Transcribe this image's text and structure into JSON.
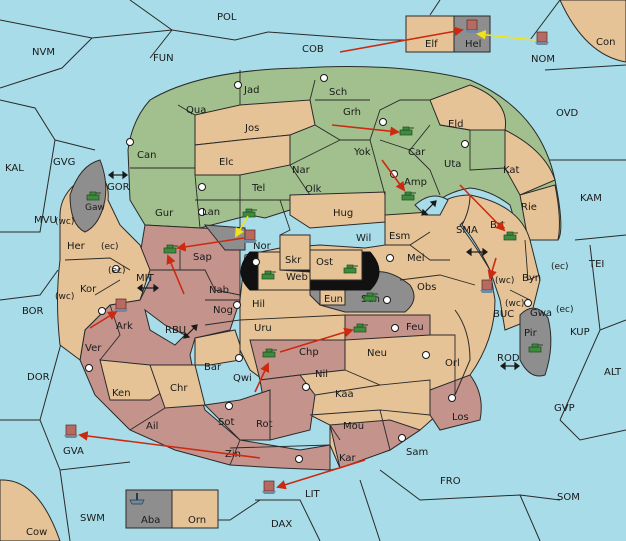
{
  "colors": {
    "sea": "#a8dce8",
    "tan": "#e6c396",
    "green": "#a2c08e",
    "rose": "#c4938c",
    "gray": "#8e8e8e",
    "border": "#2a2a2a",
    "order_red": "#cc2a10",
    "order_yellow": "#f2e21a",
    "unit_green": "#3e8a3e",
    "unit_rose": "#b76a62",
    "unit_gray": "#6f8aa0"
  },
  "sea_labels": {
    "pol": "POL",
    "nvm": "NVM",
    "fun": "FUN",
    "cob": "COB",
    "nom": "NOM",
    "con": "Con",
    "ovd": "OVD",
    "kal": "KAL",
    "gvg": "GVG",
    "gor": "GOR",
    "kam": "KAM",
    "sma": "SMA",
    "tei": "TEI",
    "mvu": "MVU",
    "mit": "MIT",
    "bor": "BOR",
    "rbu": "RBU",
    "kup": "KUP",
    "buc": "BUC",
    "rod": "ROD",
    "alt": "ALT",
    "dor": "DOR",
    "gvp": "GVP",
    "gva": "GVA",
    "fro": "FRO",
    "som": "SOM",
    "lit": "LIT",
    "swm": "SWM",
    "dax": "DAX",
    "cow": "Cow"
  },
  "territories": {
    "jad": "Jad",
    "sch": "Sch",
    "qua": "Qua",
    "jos": "Jos",
    "grh": "Grh",
    "eld": "Eld",
    "can": "Can",
    "elc": "Elc",
    "nar": "Nar",
    "yok": "Yok",
    "car": "Car",
    "uta": "Uta",
    "kat": "Kat",
    "tel": "Tel",
    "olk": "Olk",
    "amp": "Amp",
    "gur": "Gur",
    "lan": "Lan",
    "hug": "Hug",
    "rie": "Rie",
    "brt": "Brt",
    "gaw": "Gaw",
    "nor": "Nor",
    "wil": "Wil",
    "esm": "Esm",
    "her": "Her",
    "sap": "Sap",
    "skr": "Skr",
    "ost": "Ost",
    "mel": "Mel",
    "byn": "Byn",
    "web": "Web",
    "kor": "Kor",
    "nab": "Nab",
    "eun": "Eun",
    "obs": "Obs",
    "hil": "Hil",
    "sun": "Sun",
    "gwa": "Gwa",
    "ark": "Ark",
    "nog": "Nog",
    "uru": "Uru",
    "feu": "Feu",
    "pir": "Pir",
    "ver": "Ver",
    "neu": "Neu",
    "chp": "Chp",
    "bar": "Bar",
    "qwi": "Qwi",
    "nil": "Nil",
    "orl": "Orl",
    "ken": "Ken",
    "chr": "Chr",
    "kaa": "Kaa",
    "sot": "Sot",
    "rot": "Rot",
    "los": "Los",
    "ail": "Ail",
    "mou": "Mou",
    "zin": "Zin",
    "sam": "Sam",
    "kar": "Kar",
    "elf": "Elf",
    "hel": "Hel",
    "aba": "Aba",
    "orn": "Orn"
  },
  "coast_labels": {
    "wc_her": "(wc)",
    "ec_her": "(ec)",
    "ec_kor": "(ec)",
    "wc_kor": "(wc)",
    "wc_byn": "(wc)",
    "ec_byn": "(ec)",
    "ec_gwa": "(ec)",
    "wc_gwa": "(wc)"
  }
}
